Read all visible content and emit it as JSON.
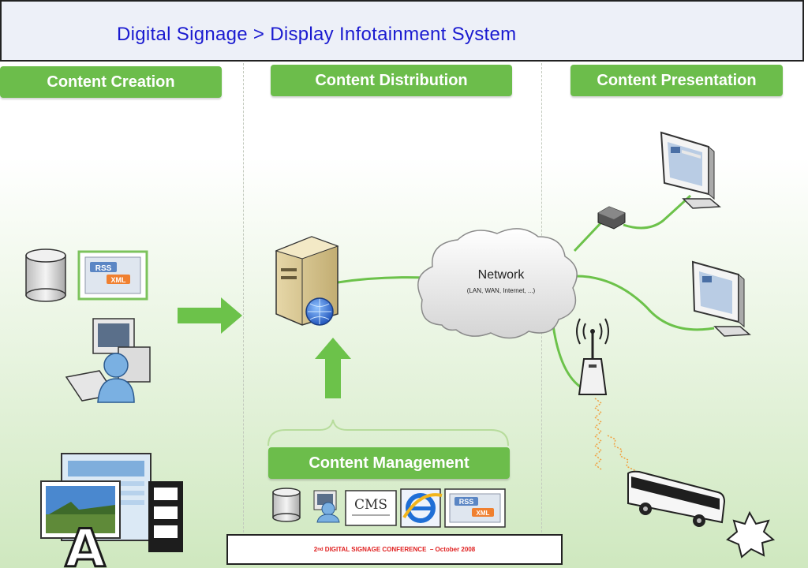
{
  "header": {
    "title": "Digital Signage > Display Infotainment System"
  },
  "columns": {
    "creation": {
      "label": "Content Creation"
    },
    "distribution": {
      "label": "Content Distribution"
    },
    "presentation": {
      "label": "Content Presentation"
    },
    "management": {
      "label": "Content Management"
    }
  },
  "network": {
    "title": "Network",
    "subtitle": "(LAN, WAN, Internet, ...)"
  },
  "icons": {
    "rss_badge": "RSS",
    "xml_badge": "XML",
    "cms_badge": "CMS",
    "a_letter": "A"
  },
  "footer": {
    "num": "2",
    "sup": "nd",
    "text": " DIGITAL SIGNAGE CONFERENCE  – October 2008"
  },
  "colors": {
    "accent_green": "#6cbd4b",
    "title_blue": "#1a1ad0",
    "footer_red": "#e02020"
  }
}
